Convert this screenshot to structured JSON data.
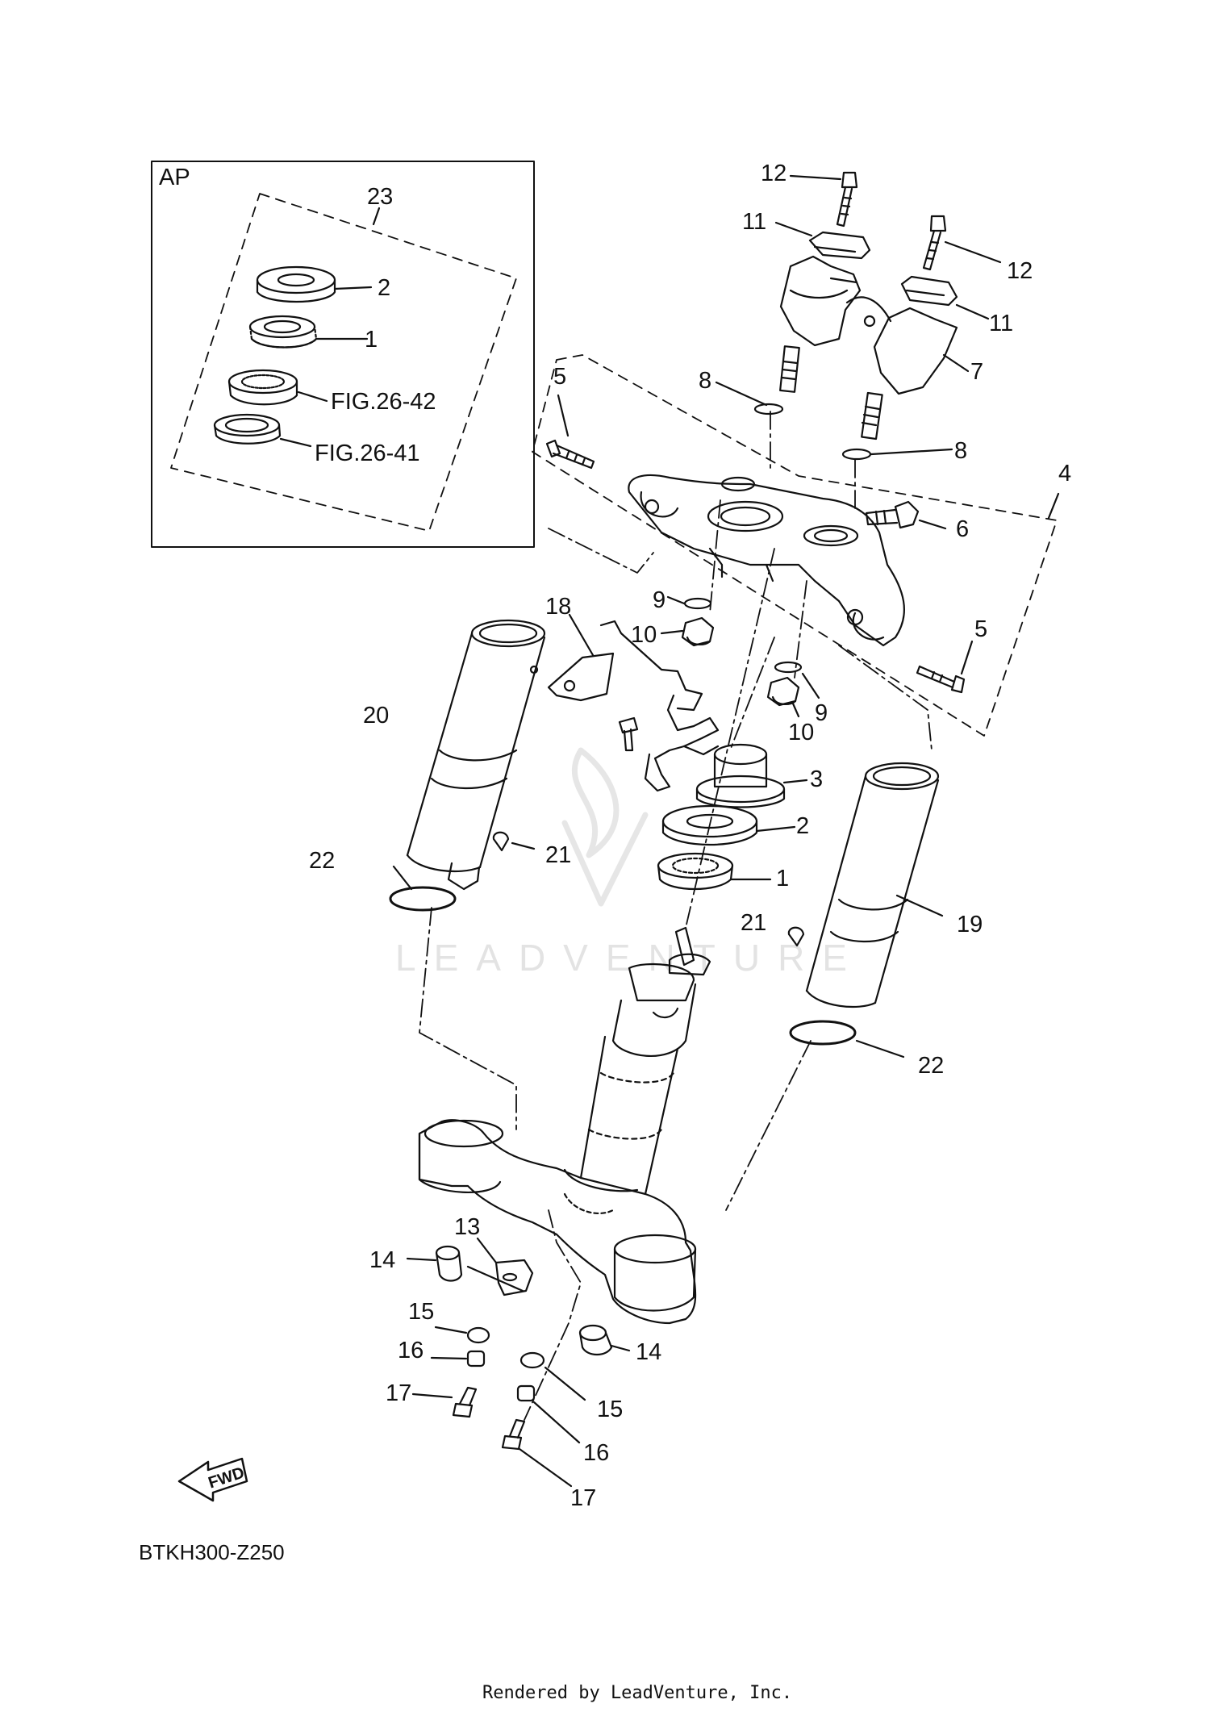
{
  "inset": {
    "box_label": "AP",
    "kit_callout": "23"
  },
  "callouts": {
    "c1a": "1",
    "c2a": "2",
    "fig42": "FIG.26-42",
    "fig41": "FIG.26-41",
    "c12a": "12",
    "c12b": "12",
    "c11a": "11",
    "c11b": "11",
    "c7": "7",
    "c8a": "8",
    "c8b": "8",
    "c5a": "5",
    "c5b": "5",
    "c4": "4",
    "c6": "6",
    "c9a": "9",
    "c9b": "9",
    "c10a": "10",
    "c10b": "10",
    "c18": "18",
    "c20": "20",
    "c3": "3",
    "c2b": "2",
    "c1b": "1",
    "c21a": "21",
    "c21b": "21",
    "c22a": "22",
    "c22b": "22",
    "c19": "19",
    "c13": "13",
    "c14a": "14",
    "c14b": "14",
    "c15a": "15",
    "c15b": "15",
    "c16a": "16",
    "c16b": "16",
    "c17a": "17",
    "c17b": "17"
  },
  "fwd_label": "FWD",
  "diagram_code": "BTKH300-Z250",
  "watermark": "LEADVENTURE",
  "footer": "Rendered by LeadVenture, Inc."
}
